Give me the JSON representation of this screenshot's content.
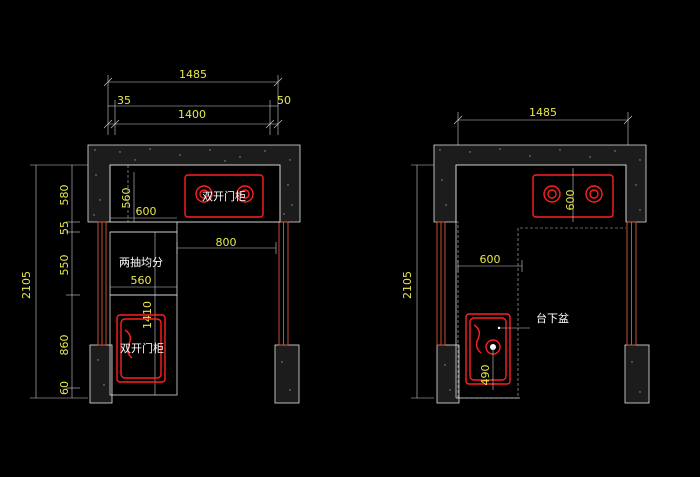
{
  "colors": {
    "background": "#000000",
    "dimension_text": "#e8e84a",
    "label_text": "#ffffff",
    "appliance": "#ff2020",
    "post": "#d45a3a"
  },
  "left_plan": {
    "dims": {
      "total_width": "1485",
      "left_offset": "35",
      "middle": "1400",
      "right_offset": "50",
      "total_height": "2105",
      "seg_580": "580",
      "seg_55": "55",
      "seg_550": "550",
      "seg_860": "860",
      "seg_60": "60",
      "depth_560": "560",
      "width_600": "600",
      "width_800": "800",
      "drawer_560": "560",
      "height_1410": "1410"
    },
    "labels": {
      "stove_cabinet": "双开门柜",
      "drawers": "两抽均分",
      "sink_cabinet": "双开门柜"
    }
  },
  "right_plan": {
    "dims": {
      "total_width": "1485",
      "total_height": "2105",
      "depth_600": "600",
      "width_600": "600",
      "depth_490": "490"
    },
    "labels": {
      "undermount_sink": "台下盆"
    }
  }
}
